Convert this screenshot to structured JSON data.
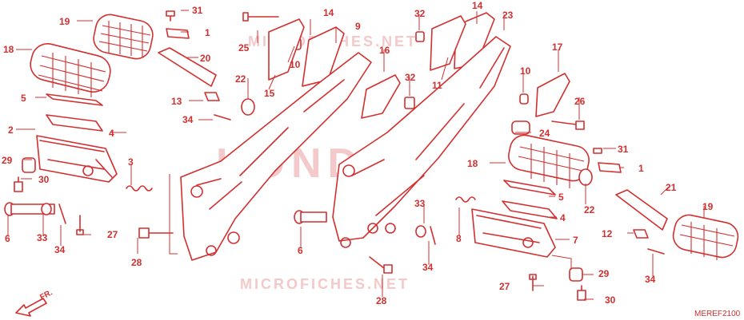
{
  "watermarks": {
    "top": "MICROFICHES.NET",
    "center": "HONDA",
    "bottom": "MICROFICHES.NET"
  },
  "front_arrow_label": "FR.",
  "diagram_code": "MEREF2100",
  "callouts": {
    "c19a": "19",
    "c31a": "31",
    "c1a": "1",
    "c25": "25",
    "c14a": "14",
    "c9": "9",
    "c32a": "32",
    "c14b": "14",
    "c23": "23",
    "c18a": "18",
    "c20": "20",
    "c10a": "10",
    "c16": "16",
    "c11": "11",
    "c17": "17",
    "c22a": "22",
    "c32b": "32",
    "c10b": "10",
    "c5a": "5",
    "c13": "13",
    "c15": "15",
    "c26": "26",
    "c34a": "34",
    "c2": "2",
    "c4a": "4",
    "c24": "24",
    "c31b": "31",
    "c29a": "29",
    "c3": "3",
    "c18b": "18",
    "c1b": "1",
    "c30a": "30",
    "c21": "21",
    "c5b": "5",
    "c22b": "22",
    "c33a": "33",
    "c4b": "4",
    "c19b": "19",
    "c6a": "6",
    "c33b": "33",
    "c27a": "27",
    "c28a": "28",
    "c6b": "6",
    "c8": "8",
    "c12": "12",
    "c7": "7",
    "c34b": "34",
    "c34c": "34",
    "c34d": "34",
    "c27b": "27",
    "c29b": "29",
    "c28b": "28",
    "c30b": "30"
  }
}
